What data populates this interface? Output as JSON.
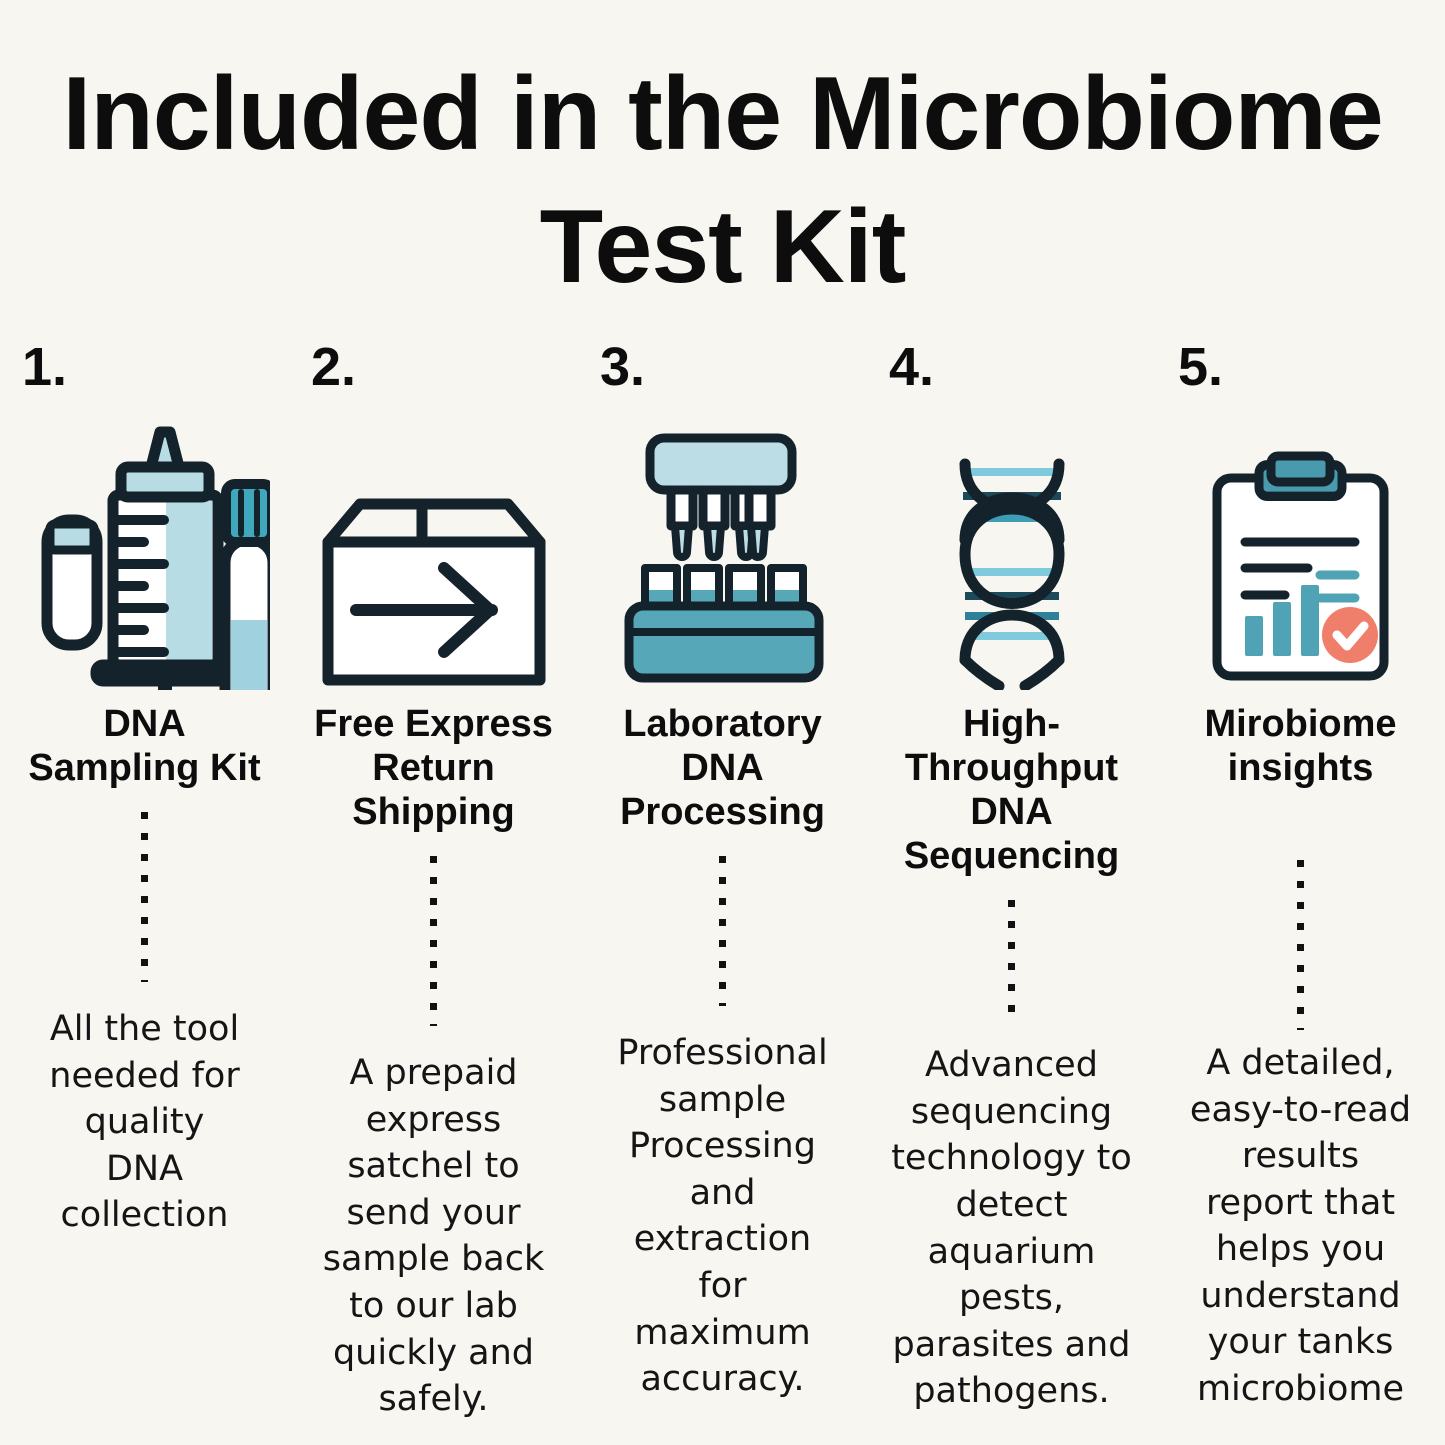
{
  "page": {
    "title": "Included in the Microbiome Test Kit",
    "background_color": "#F8F6F1",
    "text_color": "#111111"
  },
  "palette": {
    "outline": "#14222B",
    "teal": "#56A8B8",
    "teal_dark": "#2E8196",
    "pale_blue": "#B8DCE4",
    "coral": "#EF7F6B",
    "white": "#FFFFFF"
  },
  "steps": [
    {
      "number": "1.",
      "icon": "dna-sampling-kit-icon",
      "heading": "DNA\nSampling Kit",
      "description": "All the tool\nneeded for\nquality\nDNA\ncollection"
    },
    {
      "number": "2.",
      "icon": "shipping-box-arrow-icon",
      "heading": "Free Express\nReturn Shipping",
      "description": "A prepaid\nexpress\nsatchel to\nsend your\nsample back\nto our lab\nquickly and\nsafely."
    },
    {
      "number": "3.",
      "icon": "multichannel-pipette-rack-icon",
      "heading": "Laboratory\nDNA\nProcessing",
      "description": "Professional\nsample\nProcessing\nand\nextraction\nfor\nmaximum\naccuracy."
    },
    {
      "number": "4.",
      "icon": "dna-helix-icon",
      "heading": "High-\nThroughput\nDNA\nSequencing",
      "description": "Advanced\nsequencing\ntechnology to\ndetect\naquarium\npests,\nparasites and\npathogens."
    },
    {
      "number": "5.",
      "icon": "clipboard-report-icon",
      "heading": "Mirobiome\ninsights",
      "description": "A detailed,\neasy-to-read\nresults\nreport that\nhelps you\nunderstand\nyour tanks\nmicrobiome"
    }
  ]
}
